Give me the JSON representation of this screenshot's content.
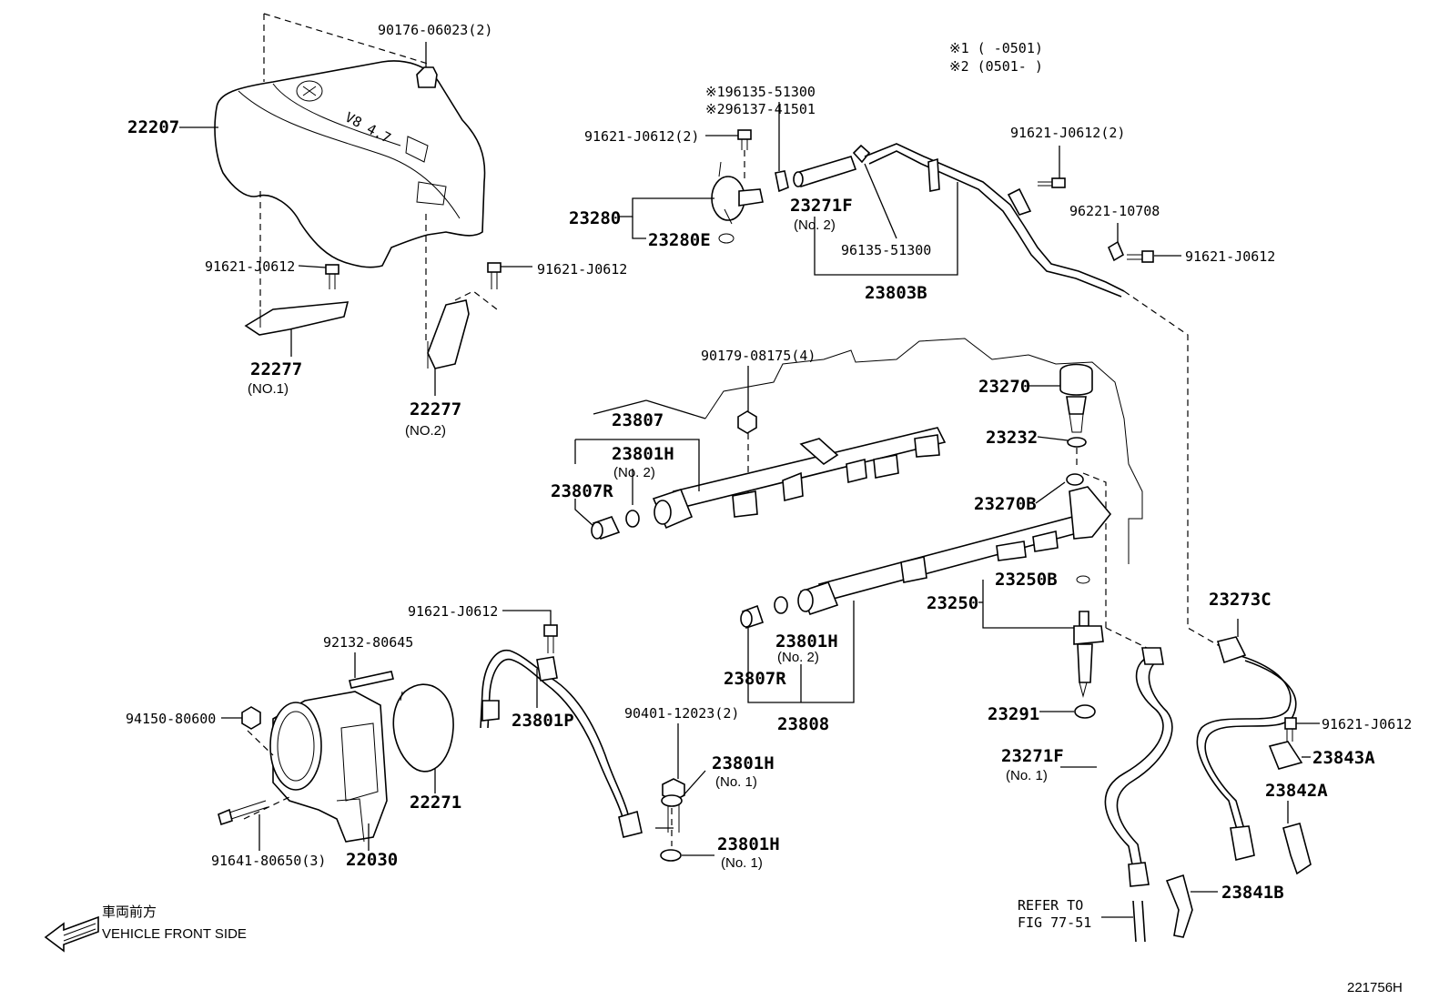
{
  "diagram": {
    "notes": [
      "※1 (      -0501)",
      "※2 (0501-      )"
    ],
    "figure_code": "221756H",
    "front_label_jp": "車両前方",
    "front_label_en": "VEHICLE FRONT SIDE",
    "refer": [
      "REFER TO",
      "FIG 77-51"
    ],
    "cover_logo_text": "V8 4.7",
    "parts": {
      "p22207": "22207",
      "p90176": "90176-06023(2)",
      "p91621_cover_l": "91621-J0612",
      "p91621_cover_r": "91621-J0612",
      "p22277_1": "22277",
      "p22277_1_sub": "(NO.1)",
      "p22277_2": "22277",
      "p22277_2_sub": "(NO.2)",
      "p96135_s1": "※196135-51300",
      "p96137_s2": "※296137-41501",
      "p91621_top": "91621-J0612(2)",
      "p23280": "23280",
      "p23280E": "23280E",
      "p23271F_2": "23271F",
      "p23271F_2_sub": "(No. 2)",
      "p96135": "96135-51300",
      "p23803B": "23803B",
      "p91621_tr": "91621-J0612(2)",
      "p96221": "96221-10708",
      "p91621_tr2": "91621-J0612",
      "p90179": "90179-08175(4)",
      "p23807": "23807",
      "p23801H_2a": "23801H",
      "p23801H_2a_sub": "(No. 2)",
      "p23807R_a": "23807R",
      "p23270": "23270",
      "p23232": "23232",
      "p23270B": "23270B",
      "p23250B": "23250B",
      "p23250": "23250",
      "p23801H_2b": "23801H",
      "p23801H_2b_sub": "(No. 2)",
      "p23807R_b": "23807R",
      "p23808": "23808",
      "p23291": "23291",
      "p23273C": "23273C",
      "p91621_r": "91621-J0612",
      "p23843A": "23843A",
      "p23842A": "23842A",
      "p23271F_1": "23271F",
      "p23271F_1_sub": "(No. 1)",
      "p23841B": "23841B",
      "p91621_mid": "91621-J0612",
      "p92132": "92132-80645",
      "p94150": "94150-80600",
      "p91641": "91641-80650(3)",
      "p22030": "22030",
      "p22271": "22271",
      "p23801P": "23801P",
      "p90401": "90401-12023(2)",
      "p23801H_1a": "23801H",
      "p23801H_1a_sub": "(No. 1)",
      "p23801H_1b": "23801H",
      "p23801H_1b_sub": "(No. 1)"
    }
  }
}
